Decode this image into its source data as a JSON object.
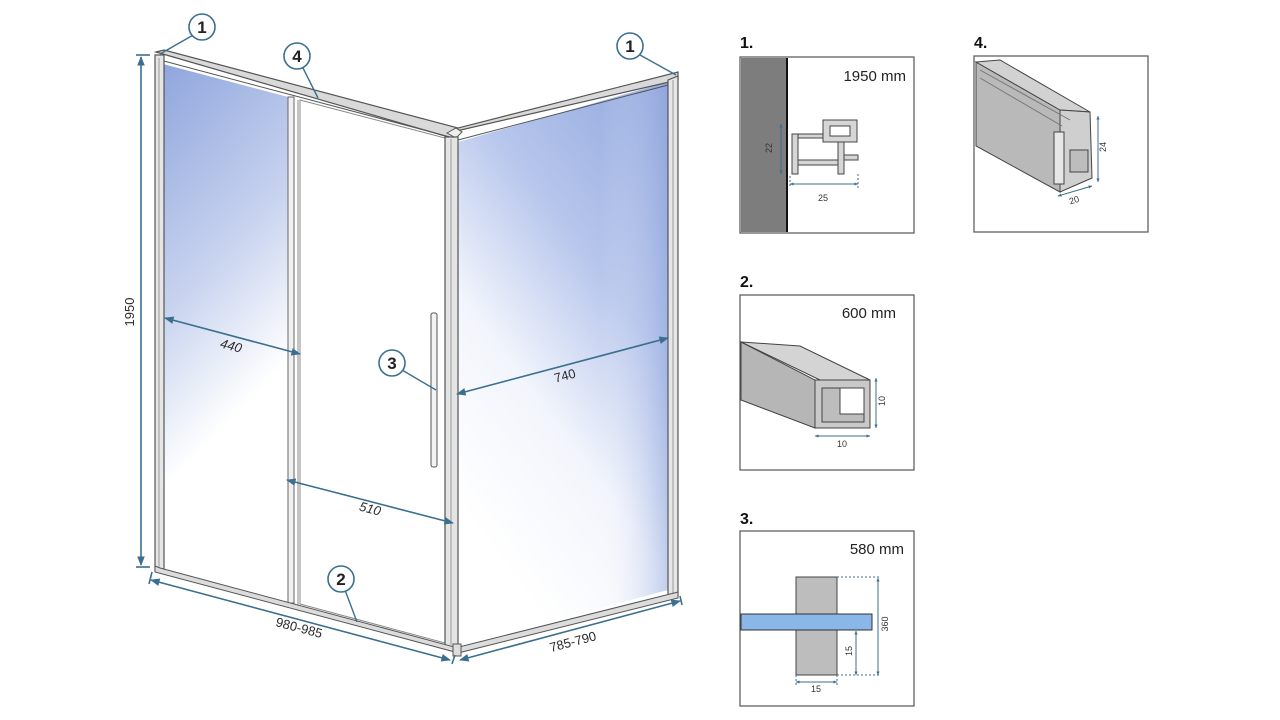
{
  "main_view": {
    "dimensions": {
      "height": "1950",
      "left_glass_width": "440",
      "door_opening": "510",
      "side_panel_width": "740",
      "front_width": "980-985",
      "side_width": "785-790"
    },
    "callouts": [
      "1",
      "4",
      "1",
      "3",
      "2"
    ]
  },
  "details": [
    {
      "number": "1.",
      "length": "1950 mm",
      "dims": [
        "22",
        "25"
      ]
    },
    {
      "number": "2.",
      "length": "600 mm",
      "dims": [
        "10",
        "10"
      ]
    },
    {
      "number": "3.",
      "length": "580 mm",
      "dims": [
        "360",
        "15",
        "15"
      ]
    },
    {
      "number": "4.",
      "length": "",
      "dims": [
        "24",
        "20"
      ]
    }
  ],
  "colors": {
    "glass_blue": "#8ea4dc",
    "dimension_line": "#3b6f8f",
    "frame": "#9a9a9a",
    "detail_fill": "#b4b4b4",
    "handle_blue": "#8ab6e8"
  }
}
